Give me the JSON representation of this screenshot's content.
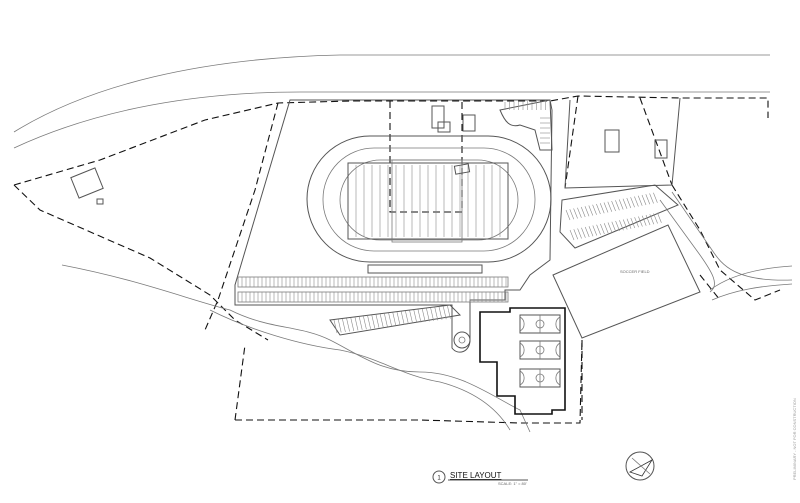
{
  "drawing": {
    "title_number": "1",
    "title": "SITE LAYOUT",
    "scale": "SCALE: 1\" = 80'",
    "parking_field_label": "SOCCER FIELD",
    "margin_note": "PRELIMINARY - NOT FOR CONSTRUCTION"
  },
  "colors": {
    "background": "#ffffff",
    "line": "#111111",
    "light_line": "#7a7a7a"
  },
  "icons": {
    "north_arrow": "north-arrow-icon",
    "bleachers": "bleachers-icon"
  }
}
